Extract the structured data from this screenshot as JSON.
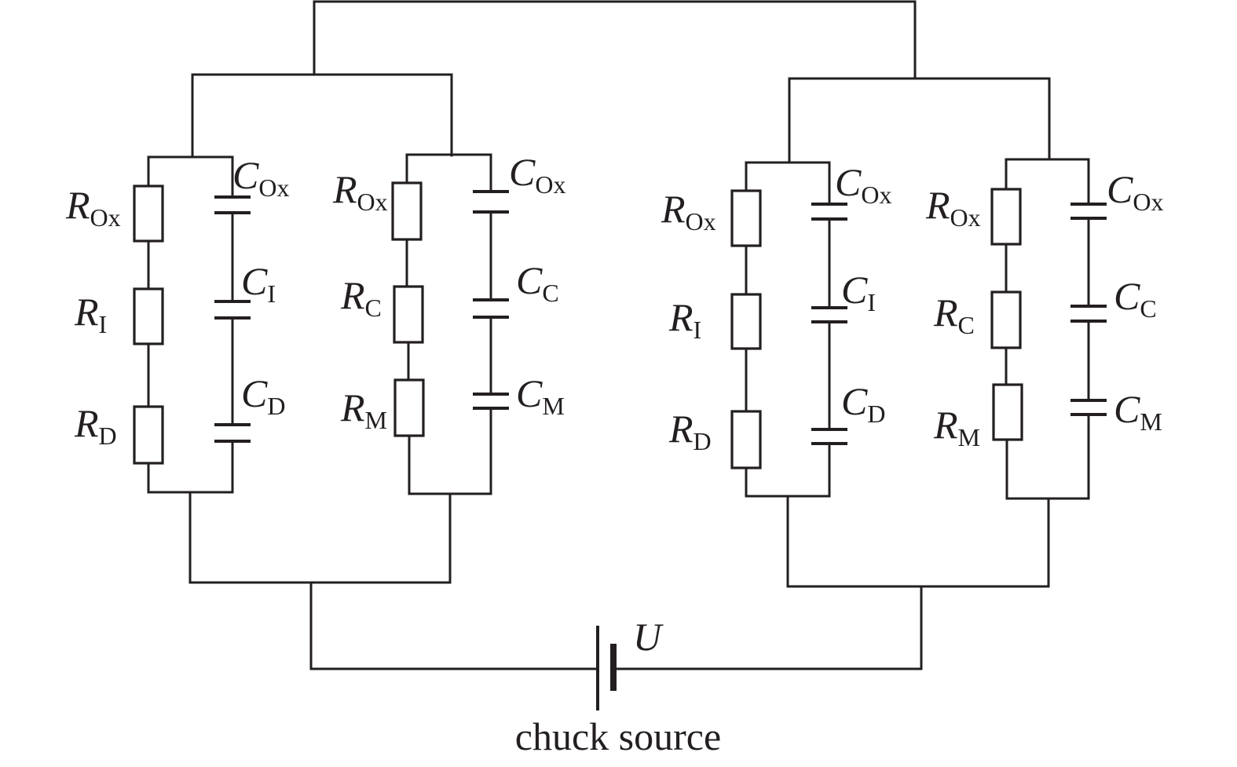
{
  "labels": {
    "R_Ox": {
      "main": "R",
      "sub": "Ox"
    },
    "R_I": {
      "main": "R",
      "sub": "I"
    },
    "R_D": {
      "main": "R",
      "sub": "D"
    },
    "R_C": {
      "main": "R",
      "sub": "C"
    },
    "R_M": {
      "main": "R",
      "sub": "M"
    },
    "C_Ox": {
      "main": "C",
      "sub": "Ox"
    },
    "C_I": {
      "main": "C",
      "sub": "I"
    },
    "C_D": {
      "main": "C",
      "sub": "D"
    },
    "C_C": {
      "main": "C",
      "sub": "C"
    },
    "C_M": {
      "main": "C",
      "sub": "M"
    }
  },
  "source": {
    "label": "U",
    "caption": "chuck source"
  },
  "colors": {
    "line": "#231f20",
    "background": "#ffffff"
  }
}
